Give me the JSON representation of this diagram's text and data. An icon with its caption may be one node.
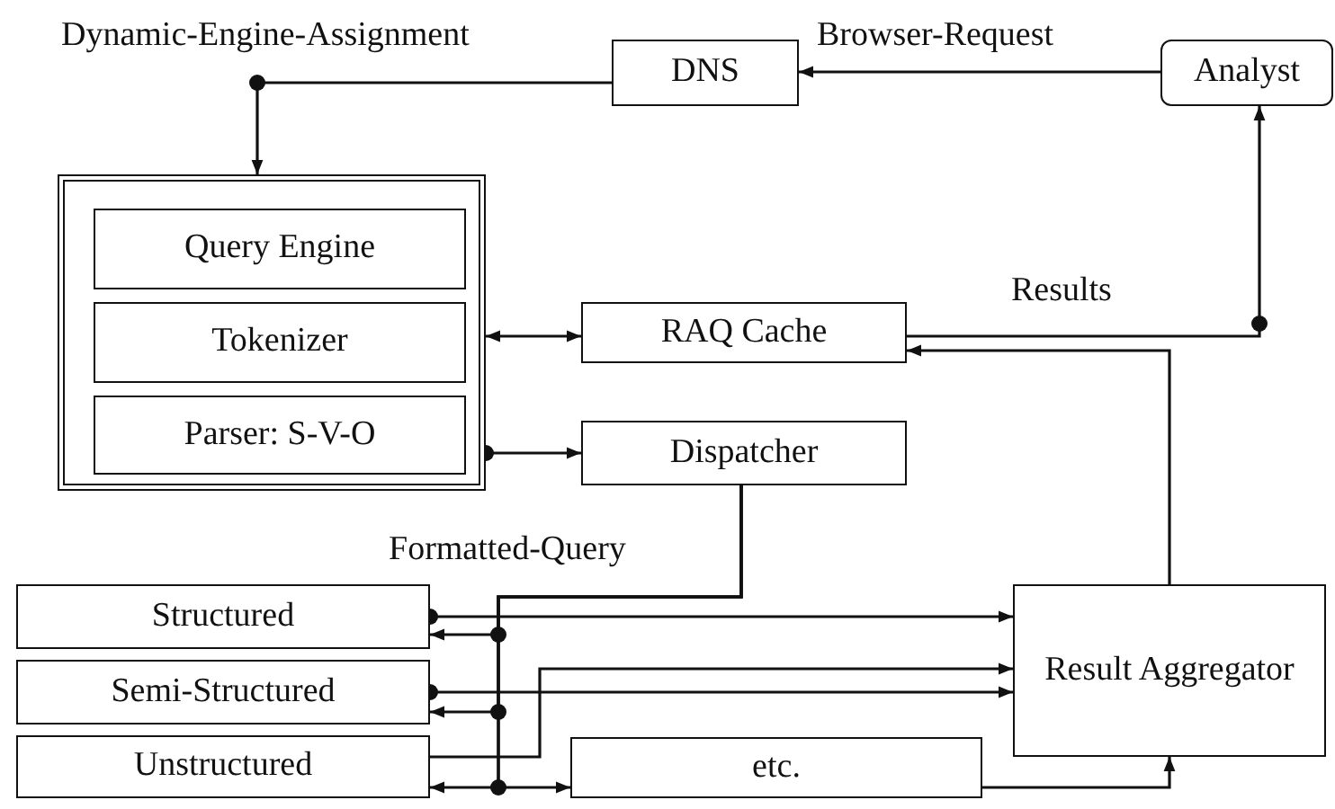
{
  "diagram": {
    "nodes": [
      {
        "text": [
          "DNS"
        ]
      },
      {
        "text": [
          "Analyst"
        ]
      },
      {
        "text": [],
        "shape": "box"
      },
      {
        "text": [
          "Query Engine"
        ],
        "in": 2
      },
      {
        "text": [
          "Tokenizer"
        ],
        "in": 2
      },
      {
        "text": [
          "Parser: S-V-O"
        ],
        "in": 2
      },
      {
        "text": [
          "RAQ Cache"
        ]
      },
      {
        "text": [
          "Dispatcher"
        ]
      },
      {
        "text": [
          "Structured"
        ]
      },
      {
        "text": [
          "Semi-Structured"
        ]
      },
      {
        "text": [
          "Unstructured"
        ]
      },
      {
        "text": [
          "etc."
        ]
      },
      {
        "text": [
          "Result Aggregator"
        ]
      }
    ],
    "edges": [
      {
        "from": 1,
        "to": 0,
        "arrow": "to",
        "label": "Browser-Request"
      },
      {
        "from": 0,
        "to": 2,
        "arrow": "to",
        "label": "Dynamic-Engine-Assignment"
      },
      {
        "from": 2,
        "to": 6,
        "arrow": "both"
      },
      {
        "from": 5,
        "to": 7,
        "arrow": "to"
      },
      {
        "from": 6,
        "to": 1,
        "arrow": "to",
        "label": "Results"
      },
      {
        "from": 12,
        "to": 6,
        "arrow": "to"
      },
      {
        "from": 7,
        "to": 8,
        "arrow": "to",
        "label": "Formatted-Query"
      },
      {
        "from": 7,
        "to": 9,
        "arrow": "to"
      },
      {
        "from": 7,
        "to": 10,
        "arrow": "to"
      },
      {
        "from": 7,
        "to": 11,
        "arrow": "to"
      },
      {
        "from": 8,
        "to": 12,
        "arrow": "to"
      },
      {
        "from": 9,
        "to": 12,
        "arrow": "to"
      },
      {
        "from": 10,
        "to": 12,
        "arrow": "to"
      },
      {
        "from": 11,
        "to": 12,
        "arrow": "to"
      }
    ]
  }
}
